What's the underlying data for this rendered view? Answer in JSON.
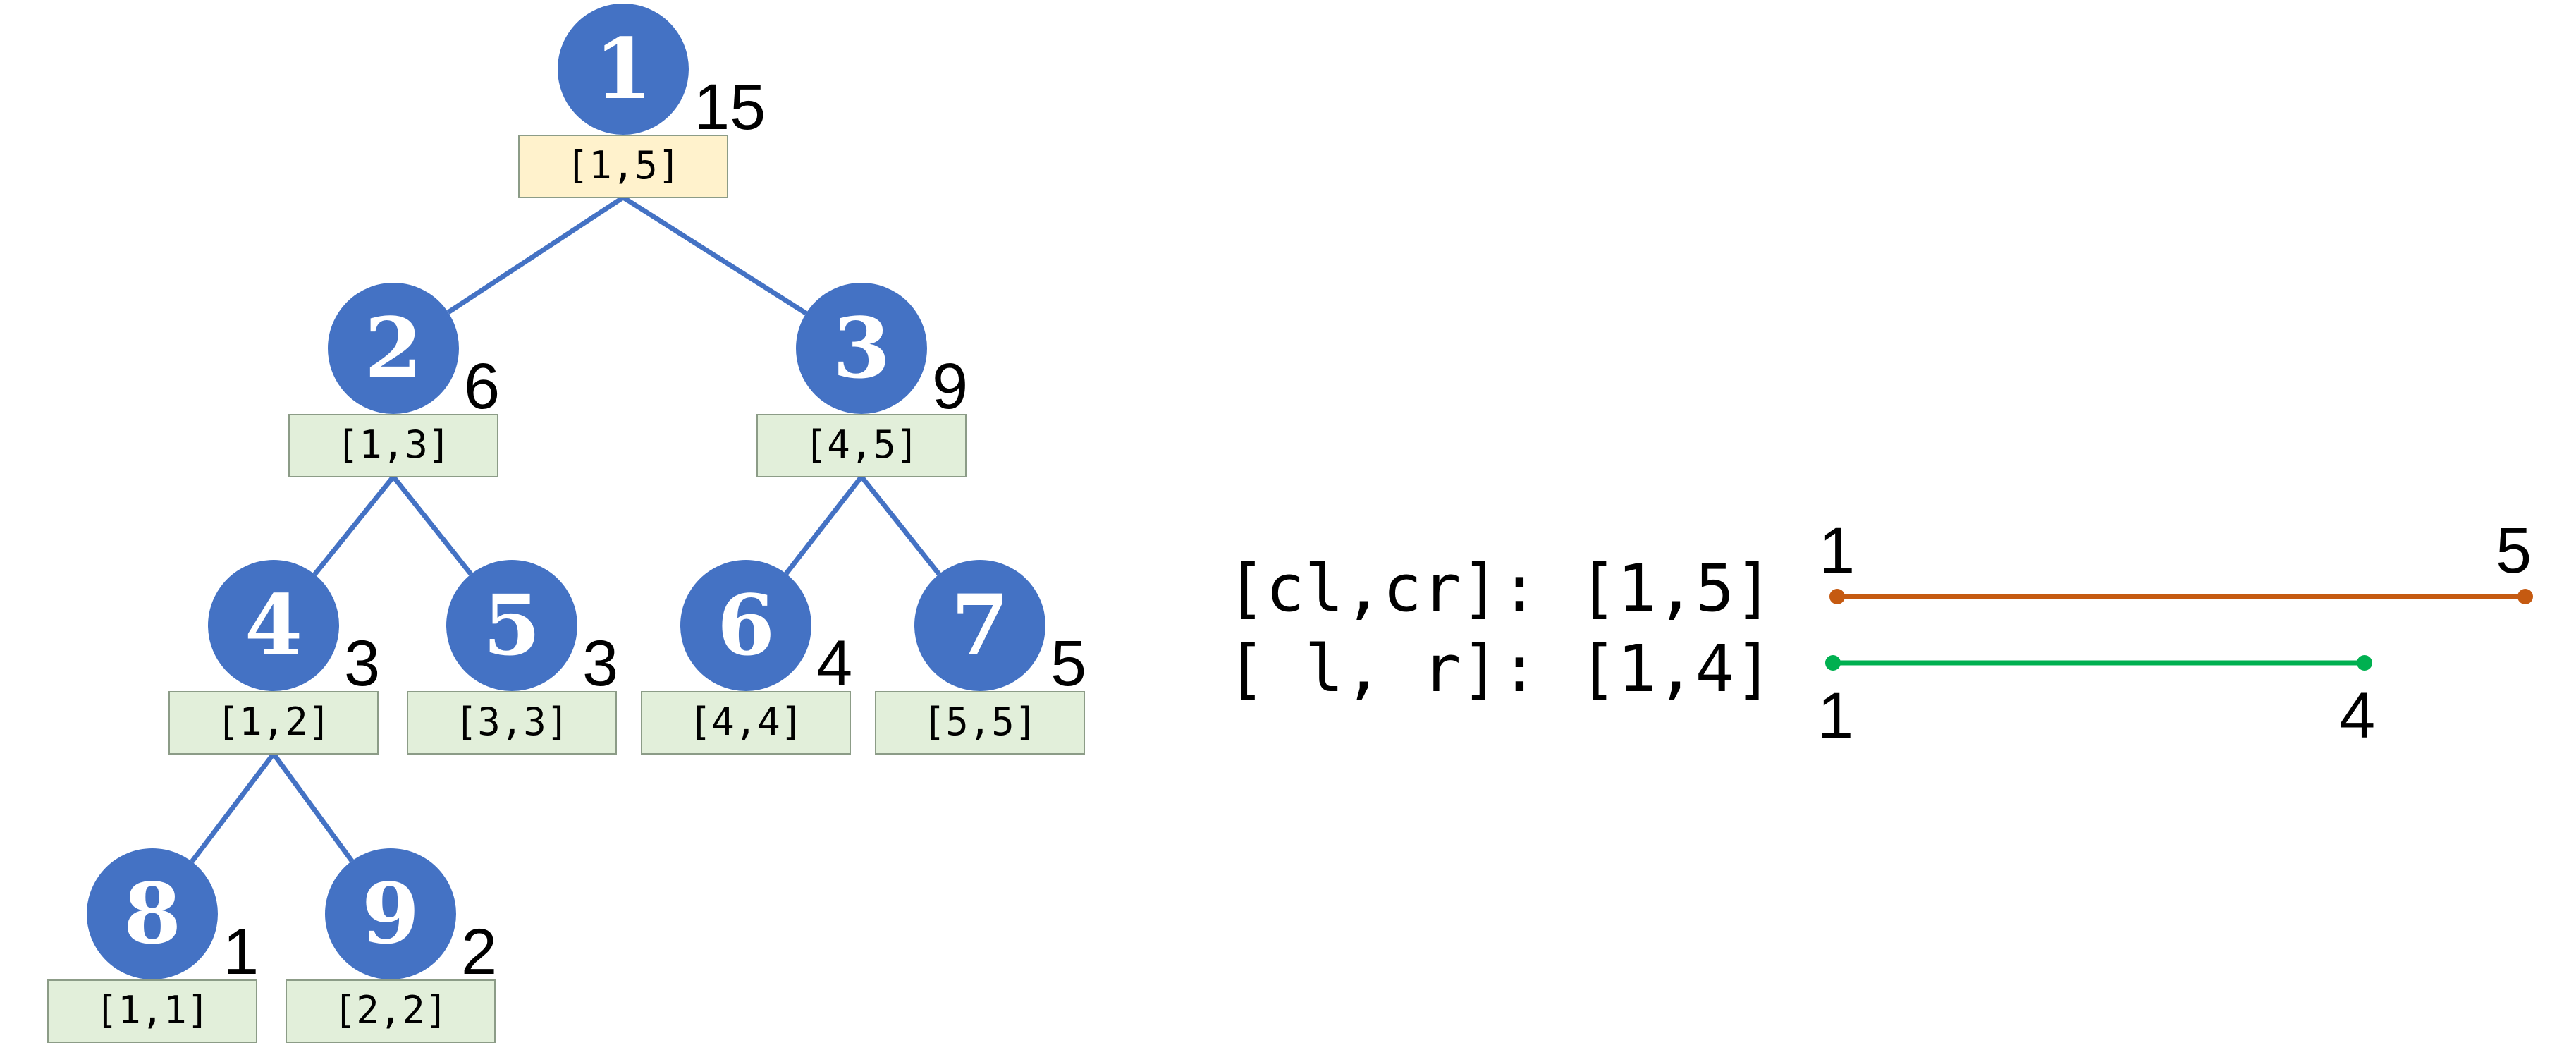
{
  "colors": {
    "node_fill": "#4472c4",
    "edge": "#4472c4",
    "root_box_fill": "#fff2cc",
    "box_fill": "#e2efda",
    "box_stroke": "#8c9c87",
    "current_segment": "#c55a11",
    "query_segment": "#00b050"
  },
  "tree": {
    "nodes": [
      {
        "id": "1",
        "sum": "15",
        "range": "[1,5]",
        "root": true
      },
      {
        "id": "2",
        "sum": "6",
        "range": "[1,3]"
      },
      {
        "id": "3",
        "sum": "9",
        "range": "[4,5]"
      },
      {
        "id": "4",
        "sum": "3",
        "range": "[1,2]"
      },
      {
        "id": "5",
        "sum": "3",
        "range": "[3,3]"
      },
      {
        "id": "6",
        "sum": "4",
        "range": "[4,4]"
      },
      {
        "id": "7",
        "sum": "5",
        "range": "[5,5]"
      },
      {
        "id": "8",
        "sum": "1",
        "range": "[1,1]"
      },
      {
        "id": "9",
        "sum": "2",
        "range": "[2,2]"
      }
    ],
    "edges": [
      [
        "1",
        "2"
      ],
      [
        "1",
        "3"
      ],
      [
        "2",
        "4"
      ],
      [
        "2",
        "5"
      ],
      [
        "3",
        "6"
      ],
      [
        "3",
        "7"
      ],
      [
        "4",
        "8"
      ],
      [
        "4",
        "9"
      ]
    ]
  },
  "query": {
    "current_line": "[cl,cr]: [1,5]",
    "target_line": "[ l, r]: [1,4]",
    "current_segment": {
      "start_label": "1",
      "end_label": "5"
    },
    "query_segment": {
      "start_label": "1",
      "end_label": "4"
    }
  }
}
